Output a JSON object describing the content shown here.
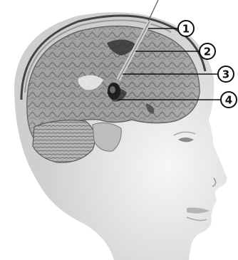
{
  "callouts": [
    {
      "number": "1"
    },
    {
      "number": "2"
    },
    {
      "number": "3"
    },
    {
      "number": "4"
    }
  ],
  "colors": {
    "skin_light": "#f2f2f2",
    "skin_shade": "#c9c9c9",
    "brain_tissue": "#9a9a9a",
    "brain_dark": "#3a3a3a",
    "skull": "#e8e8e8",
    "probe": "#8a8a8a",
    "leader_line": "#111111"
  }
}
